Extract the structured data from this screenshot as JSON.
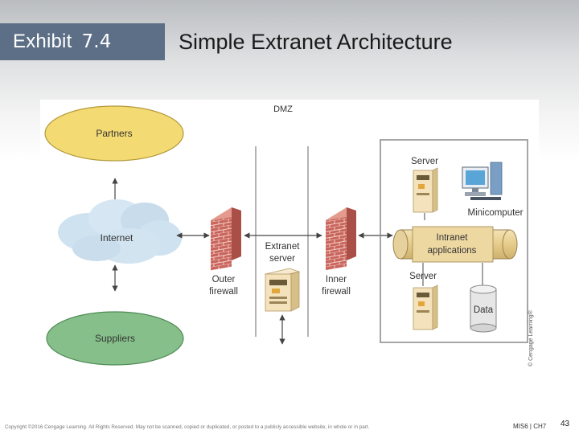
{
  "header": {
    "exhibit_label": "Exhibit",
    "exhibit_number": "7.4",
    "title": "Simple Extranet Architecture"
  },
  "diagram": {
    "dmz_label": "DMZ",
    "partners": "Partners",
    "internet": "Internet",
    "suppliers": "Suppliers",
    "outer_firewall_line1": "Outer",
    "outer_firewall_line2": "firewall",
    "extranet_line1": "Extranet",
    "extranet_line2": "server",
    "inner_firewall_line1": "Inner",
    "inner_firewall_line2": "firewall",
    "server_top": "Server",
    "minicomputer": "Minicomputer",
    "intranet_line1": "Intranet",
    "intranet_line2": "applications",
    "server_bottom": "Server",
    "data": "Data",
    "credit": "© Cengage Learning®"
  },
  "colors": {
    "partners_fill": "#f4da73",
    "suppliers_fill": "#86bf8a",
    "cloud_fill": "#cfe2f0",
    "cylinder_fill": "#e9d49a",
    "header_box": "#5d6f86"
  },
  "footer": {
    "copyright": "Copyright ©2016 Cengage Learning. All Rights Reserved. May not be scanned, copied or duplicated, or posted to a publicly accessible website, in whole or in part.",
    "course": "MIS6 | CH7",
    "page": "43"
  }
}
